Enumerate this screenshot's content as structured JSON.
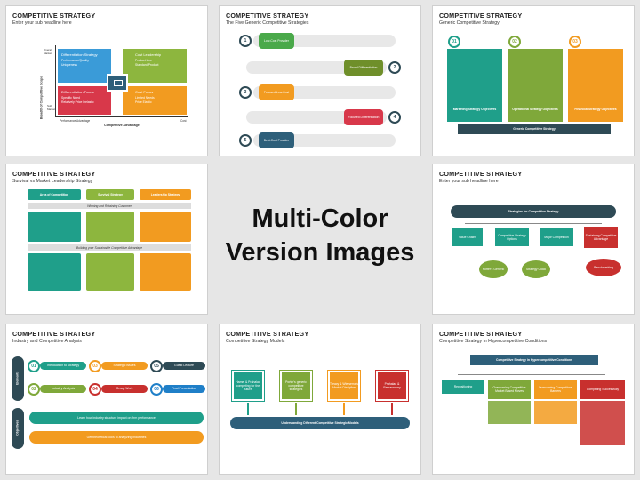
{
  "center": {
    "line1": "Multi-Color",
    "line2": "Version Images"
  },
  "slides": [
    {
      "title": "COMPETITIVE STRATEGY",
      "subtitle": "Enter your sub headline here",
      "quadrants": [
        {
          "head": "Differentiation Strategy",
          "items": "Performance/Quality\nUniqueness",
          "color": "#3a9bd8"
        },
        {
          "head": "Cost Leadership",
          "items": "Product Line\nStandard Product",
          "color": "#8db63e"
        },
        {
          "head": "Differentiation Focus",
          "items": "Specific Need\nRelatively Price Inelastic",
          "color": "#d8384a"
        },
        {
          "head": "Cost Focus",
          "items": "Limited Needs\nPrice Elastic",
          "color": "#f29b20"
        }
      ],
      "ylabel": "Breadth of Competitive Scope",
      "ytop": "Overall Market",
      "ybottom": "Sub Market",
      "xlabel": "Competitive Advantage",
      "xleft": "Performance Advantage",
      "xright": "Cost"
    },
    {
      "title": "COMPETITIVE STRATEGY",
      "subtitle": "The Five Generic Competitive Strategies",
      "rows": [
        {
          "n": "1",
          "label": "Low-Cost Provider",
          "color": "#4aa94a"
        },
        {
          "n": "2",
          "label": "Broad Differentiation",
          "color": "#6f8f2a"
        },
        {
          "n": "3",
          "label": "Focused Low-Cost",
          "color": "#f29b20"
        },
        {
          "n": "4",
          "label": "Focused Differentiation",
          "color": "#d8384a"
        },
        {
          "n": "5",
          "label": "Best-Cost Provider",
          "color": "#2e5f7a"
        }
      ]
    },
    {
      "title": "COMPETITIVE STRATEGY",
      "subtitle": "Generic Competitive Strategy",
      "cols": [
        {
          "n": "01",
          "color": "#1f9f8a",
          "foot": "Marketing Strategy Objectives"
        },
        {
          "n": "02",
          "color": "#7fa83a",
          "foot": "Operational Strategy Objectives"
        },
        {
          "n": "03",
          "color": "#f29b20",
          "foot": "Financial Strategy Objectives"
        }
      ],
      "base": "Generic Competitive Strategy"
    },
    {
      "title": "COMPETITIVE STRATEGY",
      "subtitle": "Survival vs Market Leadership Strategy",
      "heads": [
        {
          "label": "Area of Competition",
          "color": "#1f9f8a"
        },
        {
          "label": "Survival Strategy",
          "color": "#8db63e"
        },
        {
          "label": "Leadership Strategy",
          "color": "#f29b20"
        }
      ],
      "band1": "Winning and Retaining Customer",
      "band2": "Building your Sustainable Competitive Advantage"
    },
    {
      "title": "COMPETITIVE STRATEGY",
      "subtitle": "Enter your sub headline here",
      "top": "Strategies for Competitive Strategy",
      "mid": [
        {
          "label": "Value Chains",
          "color": "#1f9f8a"
        },
        {
          "label": "Competitive Strategy Options",
          "color": "#1f9f8a"
        },
        {
          "label": "Major Competition",
          "color": "#1f9f8a"
        },
        {
          "label": "Sustaining Competitive Advantage",
          "color": "#c8302e"
        }
      ],
      "low": [
        {
          "label": "Porter's Generic",
          "color": "#7fa83a"
        },
        {
          "label": "Strategy Clock",
          "color": "#7fa83a"
        },
        {
          "label": "Benchmarking",
          "color": "#c8302e"
        }
      ]
    },
    {
      "title": "COMPETITIVE STRATEGY",
      "subtitle": "Industry and Competitive Analysis",
      "side1": "Elements",
      "side2": "Objectives",
      "items": [
        {
          "n": "01",
          "label": "Introduction to Strategy",
          "color": "#1f9f8a"
        },
        {
          "n": "03",
          "label": "Strategic Issues",
          "color": "#f29b20"
        },
        {
          "n": "05",
          "label": "Guest Lecture",
          "color": "#2e4a55"
        },
        {
          "n": "02",
          "label": "Industry Analysis",
          "color": "#7fa83a"
        },
        {
          "n": "04",
          "label": "Group Work",
          "color": "#c8302e"
        },
        {
          "n": "06",
          "label": "Final Presentation",
          "color": "#1f7fc8"
        }
      ],
      "obj1": "Learn how industry structure impact on firm performance",
      "obj2": "Get theoretical tools to analyzing industries"
    },
    {
      "title": "COMPETITIVE STRATEGY",
      "subtitle": "Competitive Strategy Models",
      "boxes": [
        {
          "label": "Hamel & Prahalad competing for the future",
          "color": "#1f9f8a"
        },
        {
          "label": "Porter's generic competitive strategies",
          "color": "#7fa83a"
        },
        {
          "label": "Treacy & Wiersema's Market Discipline",
          "color": "#f29b20"
        },
        {
          "label": "Prahalad & Ramaswamy",
          "color": "#c8302e"
        }
      ],
      "base": "Understanding Different Competitive Strategic Models"
    },
    {
      "title": "COMPETITIVE STRATEGY",
      "subtitle": "Competitive Strategy in Hypercompetitive Conditions",
      "top": "Competitive Strategy in Hypercompetitive Conditions",
      "cols": [
        {
          "label": "Repositioning",
          "color": "#1f9f8a"
        },
        {
          "label": "Overcoming Competitive Market Based Moves",
          "color": "#7fa83a"
        },
        {
          "label": "Overcoming Competitors' Barriers",
          "color": "#f29b20"
        },
        {
          "label": "Competing Successfully",
          "color": "#c8302e"
        }
      ]
    }
  ]
}
